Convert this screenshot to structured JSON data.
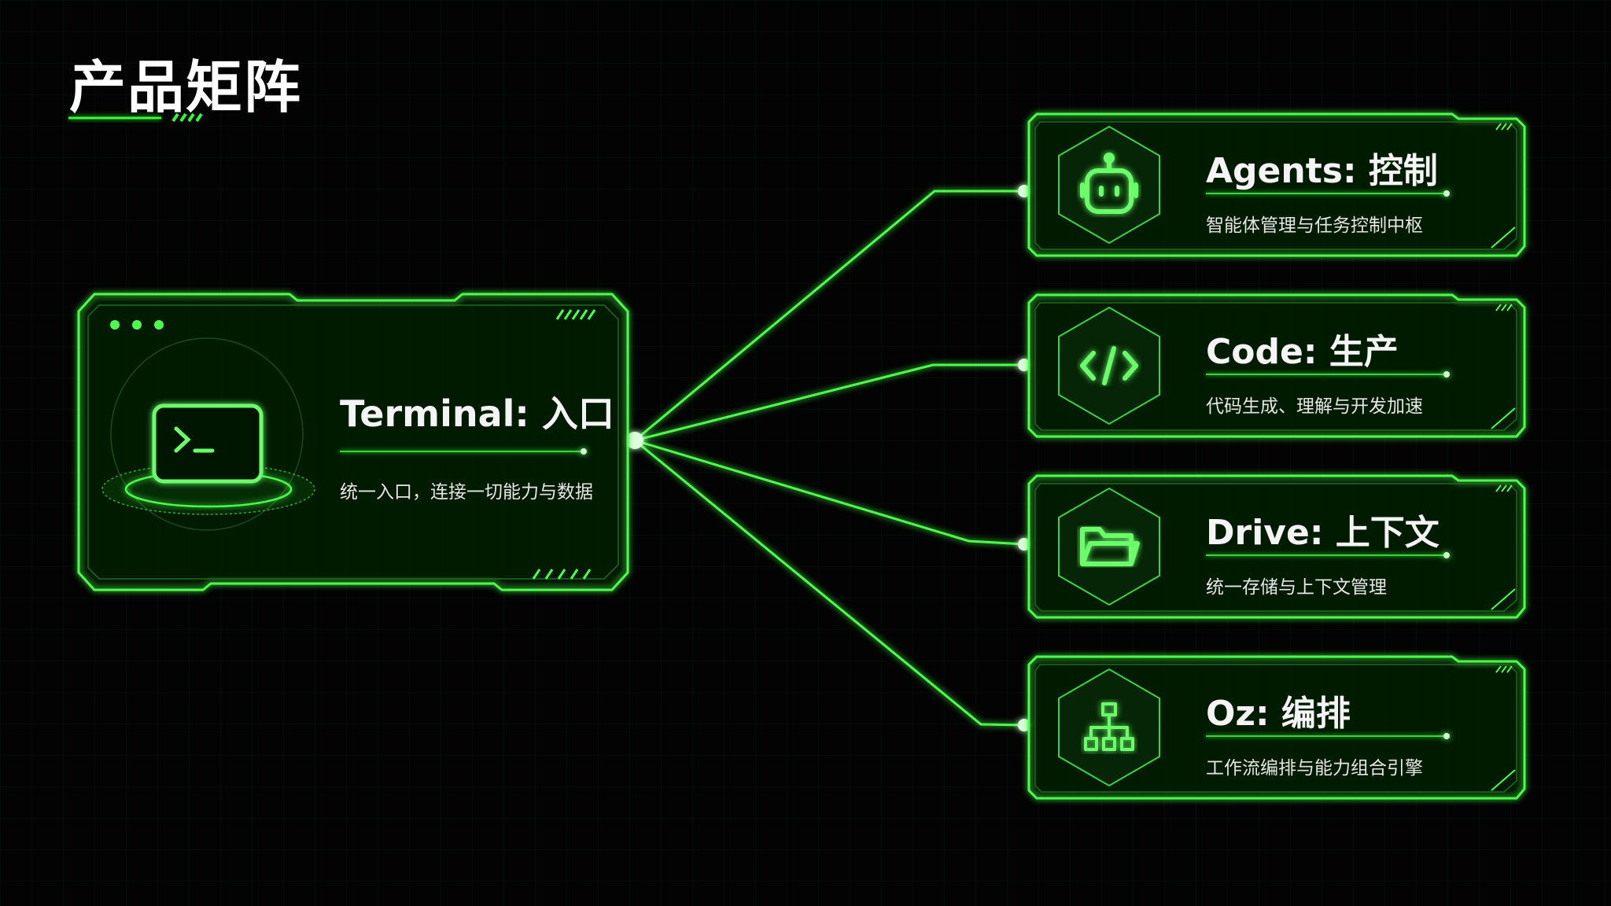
{
  "title": "产品矩阵",
  "colors": {
    "accent": "#4cff4c",
    "background": "#020302"
  },
  "hub": {
    "title": "Terminal: 入口",
    "subtitle": "统一入口，连接一切能力与数据",
    "icon": "terminal-icon"
  },
  "products": [
    {
      "title": "Agents: 控制",
      "subtitle": "智能体管理与任务控制中枢",
      "icon": "robot-icon"
    },
    {
      "title": "Code: 生产",
      "subtitle": "代码生成、理解与开发加速",
      "icon": "code-icon"
    },
    {
      "title": "Drive: 上下文",
      "subtitle": "统一存储与上下文管理",
      "icon": "folder-icon"
    },
    {
      "title": "Oz: 编排",
      "subtitle": "工作流编排与能力组合引擎",
      "icon": "hierarchy-icon"
    }
  ]
}
